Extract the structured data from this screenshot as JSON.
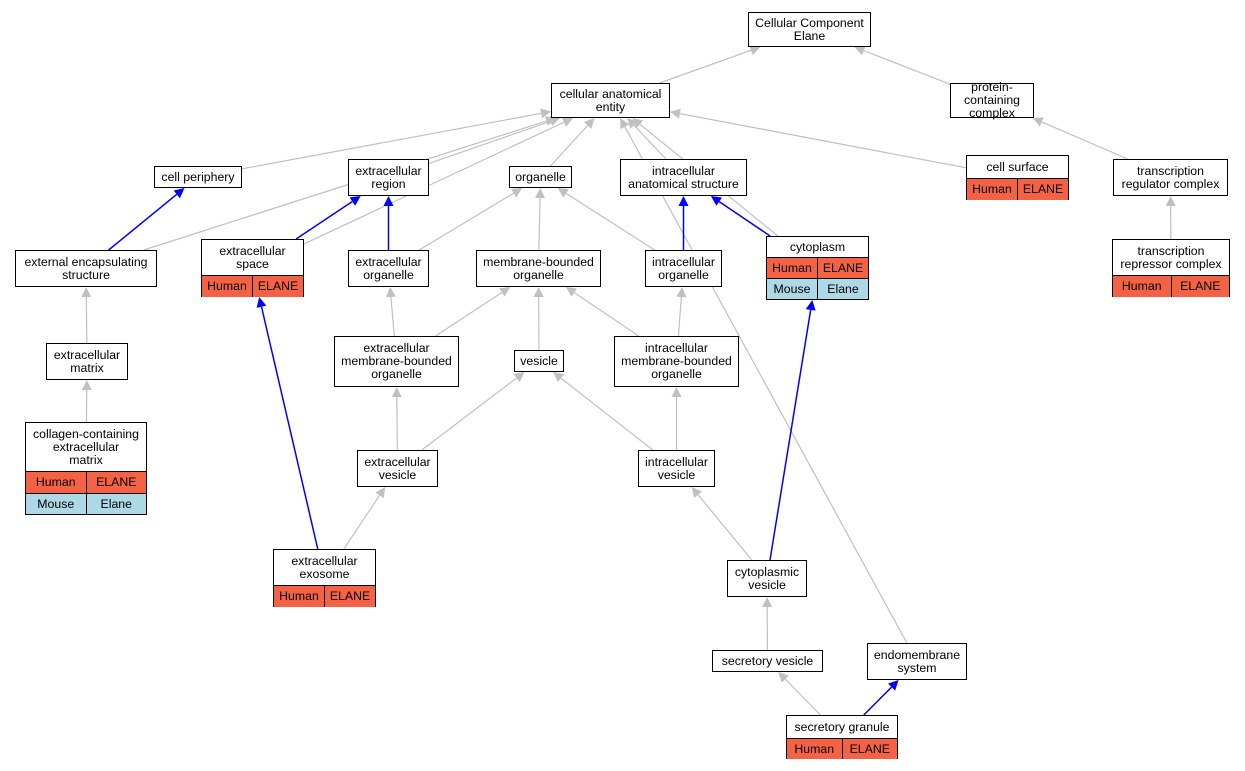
{
  "colors": {
    "human": "#f46243",
    "mouse": "#add8e6",
    "edge_gray": "#c0c0c0",
    "edge_blue": "#0000ff"
  },
  "nodes": {
    "cc_root": {
      "label": "Cellular Component\nElane"
    },
    "cellular_anatomical_entity": {
      "label": "cellular anatomical\nentity"
    },
    "protein_containing_complex": {
      "label": "protein-containing\ncomplex"
    },
    "cell_periphery": {
      "label": "cell periphery"
    },
    "extracellular_region": {
      "label": "extracellular\nregion"
    },
    "organelle": {
      "label": "organelle"
    },
    "intracellular_anatomical_structure": {
      "label": "intracellular\nanatomical structure"
    },
    "cell_surface": {
      "label": "cell surface",
      "rows": [
        [
          "Human",
          "ELANE"
        ]
      ]
    },
    "transcription_regulator_complex": {
      "label": "transcription\nregulator complex"
    },
    "external_encapsulating_structure": {
      "label": "external encapsulating\nstructure"
    },
    "extracellular_space": {
      "label": "extracellular\nspace",
      "rows": [
        [
          "Human",
          "ELANE"
        ]
      ]
    },
    "extracellular_organelle": {
      "label": "extracellular\norganelle"
    },
    "membrane_bounded_organelle": {
      "label": "membrane-bounded\norganelle"
    },
    "intracellular_organelle": {
      "label": "intracellular\norganelle"
    },
    "cytoplasm": {
      "label": "cytoplasm",
      "rows": [
        [
          "Human",
          "ELANE"
        ],
        [
          "Mouse",
          "Elane"
        ]
      ]
    },
    "transcription_repressor_complex": {
      "label": "transcription\nrepressor complex",
      "rows": [
        [
          "Human",
          "ELANE"
        ]
      ]
    },
    "extracellular_matrix": {
      "label": "extracellular\nmatrix"
    },
    "extracellular_mb_organelle": {
      "label": "extracellular\nmembrane-bounded\norganelle"
    },
    "vesicle": {
      "label": "vesicle"
    },
    "intracellular_mb_organelle": {
      "label": "intracellular\nmembrane-bounded\norganelle"
    },
    "collagen_containing_ecm": {
      "label": "collagen-containing\nextracellular\nmatrix",
      "rows": [
        [
          "Human",
          "ELANE"
        ],
        [
          "Mouse",
          "Elane"
        ]
      ]
    },
    "extracellular_vesicle": {
      "label": "extracellular\nvesicle"
    },
    "intracellular_vesicle": {
      "label": "intracellular\nvesicle"
    },
    "extracellular_exosome": {
      "label": "extracellular\nexosome",
      "rows": [
        [
          "Human",
          "ELANE"
        ]
      ]
    },
    "cytoplasmic_vesicle": {
      "label": "cytoplasmic\nvesicle"
    },
    "secretory_vesicle": {
      "label": "secretory vesicle"
    },
    "endomembrane_system": {
      "label": "endomembrane\nsystem"
    },
    "secretory_granule": {
      "label": "secretory granule",
      "rows": [
        [
          "Human",
          "ELANE"
        ]
      ]
    }
  },
  "edges": [
    {
      "from": "cellular_anatomical_entity",
      "to": "cc_root",
      "color": "gray"
    },
    {
      "from": "protein_containing_complex",
      "to": "cc_root",
      "color": "gray"
    },
    {
      "from": "transcription_regulator_complex",
      "to": "protein_containing_complex",
      "color": "gray"
    },
    {
      "from": "transcription_repressor_complex",
      "to": "transcription_regulator_complex",
      "color": "gray"
    },
    {
      "from": "cell_periphery",
      "to": "cellular_anatomical_entity",
      "color": "gray"
    },
    {
      "from": "extracellular_region",
      "to": "cellular_anatomical_entity",
      "color": "gray"
    },
    {
      "from": "organelle",
      "to": "cellular_anatomical_entity",
      "color": "gray"
    },
    {
      "from": "intracellular_anatomical_structure",
      "to": "cellular_anatomical_entity",
      "color": "gray"
    },
    {
      "from": "cell_surface",
      "to": "cellular_anatomical_entity",
      "color": "gray"
    },
    {
      "from": "external_encapsulating_structure",
      "to": "cellular_anatomical_entity",
      "color": "gray"
    },
    {
      "from": "extracellular_space",
      "to": "cellular_anatomical_entity",
      "color": "gray"
    },
    {
      "from": "cytoplasm",
      "to": "cellular_anatomical_entity",
      "color": "gray"
    },
    {
      "from": "endomembrane_system",
      "to": "cellular_anatomical_entity",
      "color": "gray"
    },
    {
      "from": "external_encapsulating_structure",
      "to": "cell_periphery",
      "color": "blue"
    },
    {
      "from": "extracellular_space",
      "to": "extracellular_region",
      "color": "blue"
    },
    {
      "from": "extracellular_organelle",
      "to": "extracellular_region",
      "color": "blue"
    },
    {
      "from": "extracellular_organelle",
      "to": "organelle",
      "color": "gray"
    },
    {
      "from": "membrane_bounded_organelle",
      "to": "organelle",
      "color": "gray"
    },
    {
      "from": "intracellular_organelle",
      "to": "organelle",
      "color": "gray"
    },
    {
      "from": "intracellular_organelle",
      "to": "intracellular_anatomical_structure",
      "color": "blue"
    },
    {
      "from": "cytoplasm",
      "to": "intracellular_anatomical_structure",
      "color": "blue"
    },
    {
      "from": "extracellular_matrix",
      "to": "external_encapsulating_structure",
      "color": "gray"
    },
    {
      "from": "collagen_containing_ecm",
      "to": "extracellular_matrix",
      "color": "gray"
    },
    {
      "from": "extracellular_mb_organelle",
      "to": "extracellular_organelle",
      "color": "gray"
    },
    {
      "from": "extracellular_mb_organelle",
      "to": "membrane_bounded_organelle",
      "color": "gray"
    },
    {
      "from": "vesicle",
      "to": "membrane_bounded_organelle",
      "color": "gray"
    },
    {
      "from": "intracellular_mb_organelle",
      "to": "membrane_bounded_organelle",
      "color": "gray"
    },
    {
      "from": "intracellular_mb_organelle",
      "to": "intracellular_organelle",
      "color": "gray"
    },
    {
      "from": "extracellular_vesicle",
      "to": "extracellular_mb_organelle",
      "color": "gray"
    },
    {
      "from": "extracellular_vesicle",
      "to": "vesicle",
      "color": "gray"
    },
    {
      "from": "intracellular_vesicle",
      "to": "vesicle",
      "color": "gray"
    },
    {
      "from": "intracellular_vesicle",
      "to": "intracellular_mb_organelle",
      "color": "gray"
    },
    {
      "from": "extracellular_exosome",
      "to": "extracellular_vesicle",
      "color": "gray"
    },
    {
      "from": "extracellular_exosome",
      "to": "extracellular_space",
      "color": "blue"
    },
    {
      "from": "cytoplasmic_vesicle",
      "to": "intracellular_vesicle",
      "color": "gray"
    },
    {
      "from": "cytoplasmic_vesicle",
      "to": "cytoplasm",
      "color": "blue"
    },
    {
      "from": "secretory_vesicle",
      "to": "cytoplasmic_vesicle",
      "color": "gray"
    },
    {
      "from": "secretory_granule",
      "to": "secretory_vesicle",
      "color": "gray"
    },
    {
      "from": "secretory_granule",
      "to": "endomembrane_system",
      "color": "blue"
    }
  ]
}
